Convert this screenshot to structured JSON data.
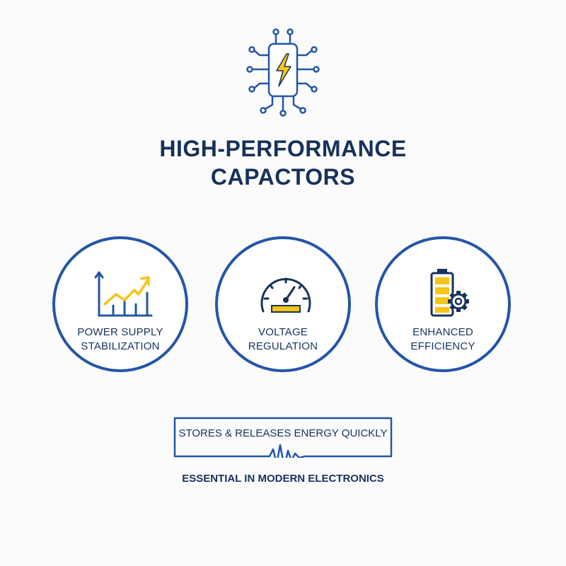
{
  "title": {
    "line1": "HIGH-PERFORMANCE",
    "line2": "CAPACTORS"
  },
  "icons": {
    "header": "circuit-chip-lightning-icon",
    "feature1": "growth-chart-icon",
    "feature2": "speedometer-gauge-icon",
    "feature3": "battery-gear-icon",
    "waveform": "voltage-spike-icon"
  },
  "features": [
    {
      "line1": "POWER SUPPLY",
      "line2": "STABILIZATION"
    },
    {
      "line1": "VOLTAGE",
      "line2": "REGULATION"
    },
    {
      "line1": "ENHANCED",
      "line2": "EFFICIENCY"
    }
  ],
  "banner": {
    "text": "STORES & RELEASES ENERGY QUICKLY"
  },
  "footer": {
    "text": "ESSENTIAL IN MODERN ELECTRONICS"
  },
  "colors": {
    "navy": "#17325a",
    "blue": "#2356a6",
    "yellow": "#f5c518"
  }
}
